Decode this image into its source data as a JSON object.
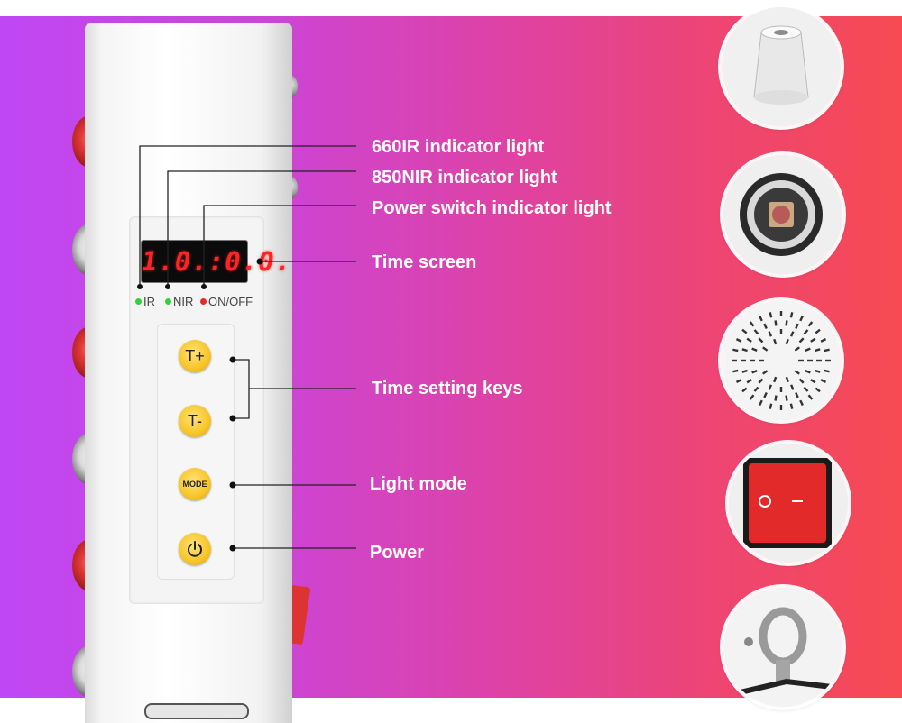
{
  "device": {
    "time_display": "1.0.:0.0.",
    "indicators": [
      {
        "label": "IR",
        "color": "#2fd23a"
      },
      {
        "label": "NIR",
        "color": "#2fd23a"
      },
      {
        "label": "ON/OFF",
        "color": "#e52a2a"
      }
    ],
    "keys": {
      "time_plus": "T+",
      "time_minus": "T-",
      "mode": "MODE",
      "power_icon": "power-icon"
    }
  },
  "callouts": {
    "ir_indicator": "660IR indicator light",
    "nir_indicator": "850NIR indicator light",
    "power_indicator": "Power switch indicator light",
    "time_screen": "Time screen",
    "time_keys": "Time setting keys",
    "light_mode": "Light mode",
    "power": "Power"
  },
  "details": [
    "foot-pad",
    "led-bulb",
    "fan-vent",
    "rocker-switch",
    "hanging-ring"
  ],
  "colors": {
    "gradient_left": "#c047f4",
    "gradient_right": "#f74a52",
    "key_yellow": "#f7c526",
    "led_red": "#ff2424"
  }
}
